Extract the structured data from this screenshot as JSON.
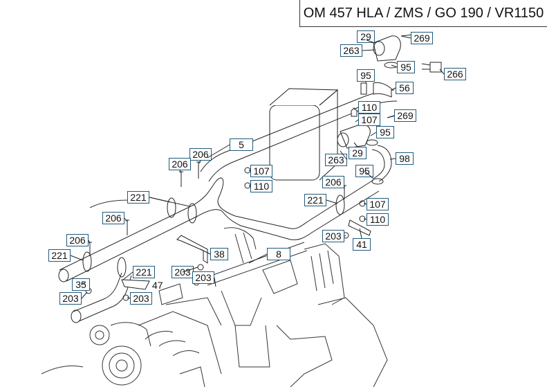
{
  "header": {
    "title": "OM 457 HLA / ZMS / GO 190 / VR1150"
  },
  "callouts": [
    {
      "id": "c1",
      "label": "29"
    },
    {
      "id": "c2",
      "label": "269"
    },
    {
      "id": "c3",
      "label": "263"
    },
    {
      "id": "c4",
      "label": "95"
    },
    {
      "id": "c5",
      "label": "266"
    },
    {
      "id": "c6",
      "label": "95"
    },
    {
      "id": "c7",
      "label": "56"
    },
    {
      "id": "c8",
      "label": "110"
    },
    {
      "id": "c9",
      "label": "107"
    },
    {
      "id": "c10",
      "label": "269"
    },
    {
      "id": "c11",
      "label": "95"
    },
    {
      "id": "c12",
      "label": "29"
    },
    {
      "id": "c13",
      "label": "98"
    },
    {
      "id": "c14",
      "label": "263"
    },
    {
      "id": "c15",
      "label": "95"
    },
    {
      "id": "c16",
      "label": "5"
    },
    {
      "id": "c17",
      "label": "206"
    },
    {
      "id": "c18",
      "label": "206"
    },
    {
      "id": "c19",
      "label": "107"
    },
    {
      "id": "c20",
      "label": "110"
    },
    {
      "id": "c21",
      "label": "206"
    },
    {
      "id": "c22",
      "label": "221"
    },
    {
      "id": "c23",
      "label": "107"
    },
    {
      "id": "c24",
      "label": "221"
    },
    {
      "id": "c25",
      "label": "206"
    },
    {
      "id": "c26",
      "label": "110"
    },
    {
      "id": "c27",
      "label": "203"
    },
    {
      "id": "c28",
      "label": "41"
    },
    {
      "id": "c29",
      "label": "206"
    },
    {
      "id": "c30",
      "label": "38"
    },
    {
      "id": "c31",
      "label": "8"
    },
    {
      "id": "c32",
      "label": "221"
    },
    {
      "id": "c33",
      "label": "203"
    },
    {
      "id": "c34",
      "label": "203"
    },
    {
      "id": "c35",
      "label": "221"
    },
    {
      "id": "c36",
      "label": "35"
    },
    {
      "id": "c37",
      "label": "203"
    },
    {
      "id": "c38",
      "label": "203"
    }
  ],
  "plain_labels": {
    "part_47": "47"
  }
}
